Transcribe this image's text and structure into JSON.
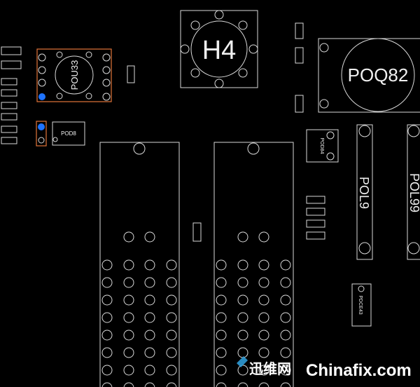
{
  "board": {
    "colors": {
      "background": "#000000",
      "outline": "#d9d9d9",
      "highlight_outline": "#e2743a",
      "highlight_pin": "#1e73ff",
      "label": "#f0f0f0"
    },
    "components": {
      "h4": "H4",
      "poq82": "POQ82",
      "pou33": "POU33",
      "pod8": "POD8",
      "pol9": "POL9",
      "pol99": "POL99",
      "pod84": "POD84",
      "pdce43": "PDCE43"
    }
  },
  "watermark": {
    "brand_cn": "迅维网",
    "brand_en": "Chinafix.com"
  }
}
